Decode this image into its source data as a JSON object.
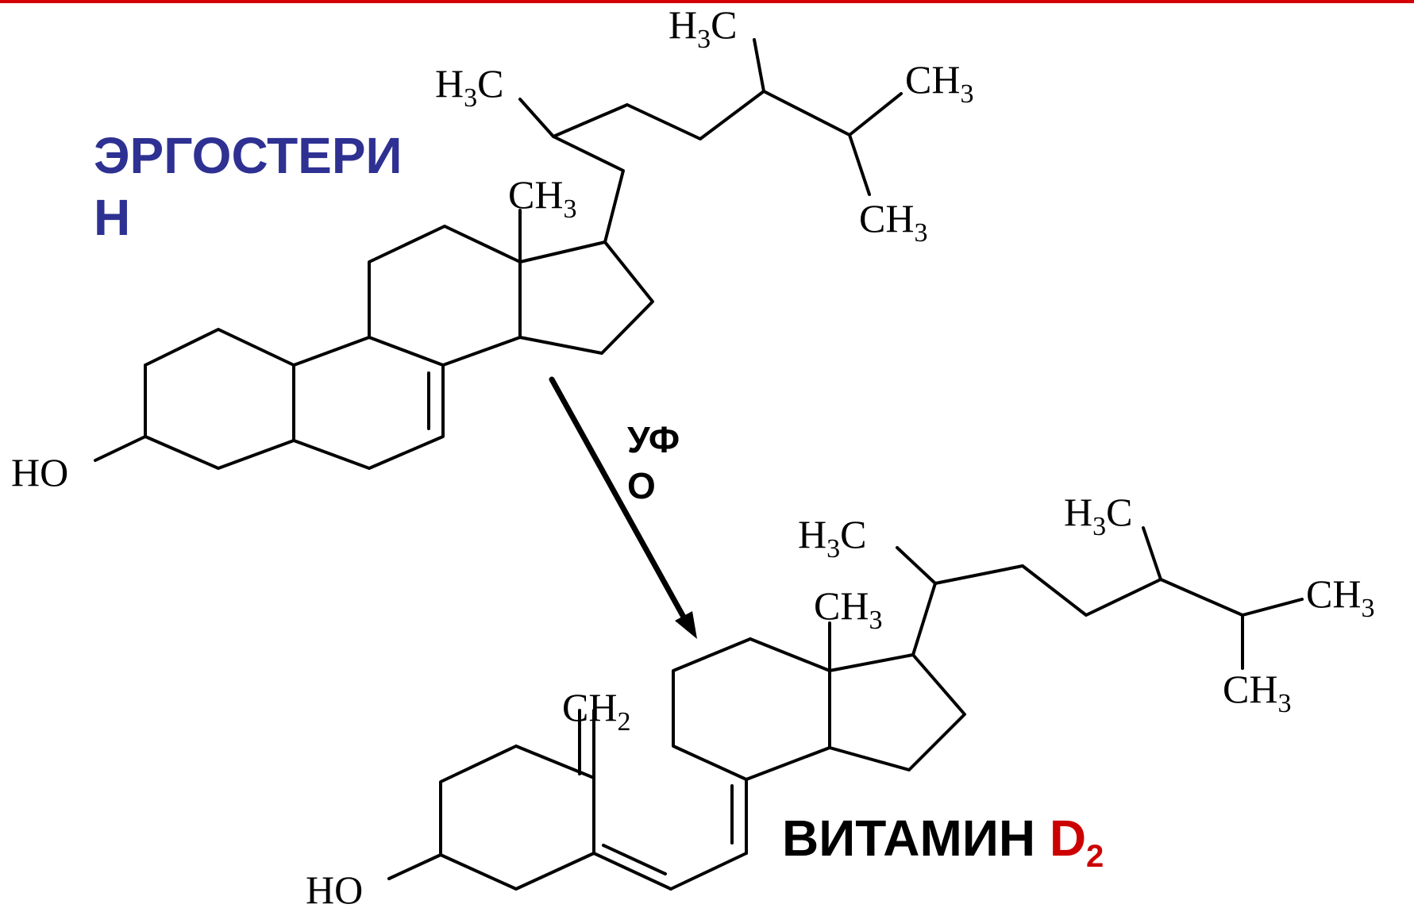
{
  "colors": {
    "accent_line": "#d40000",
    "ergosterol_label": "#2e3192",
    "vitamin_label": "#000000",
    "d2_highlight": "#cc0000",
    "arrow": "#000000"
  },
  "ergosterol": {
    "name_line1": "ЭРГОСТЕРИ",
    "name_line2": "Н"
  },
  "reaction": {
    "condition_line1": "УФ",
    "condition_line2": "О"
  },
  "vitamin": {
    "name": "ВИТАМИН ",
    "d_letter": "D",
    "d_subscript": "2"
  },
  "atoms": {
    "methyl_prefix": "H",
    "methyl_suffix_c": "C",
    "methyl_ch": "CH",
    "methylene_ch": "CH",
    "sub_3": "3",
    "sub_2": "2",
    "hydroxyl": "HO"
  }
}
